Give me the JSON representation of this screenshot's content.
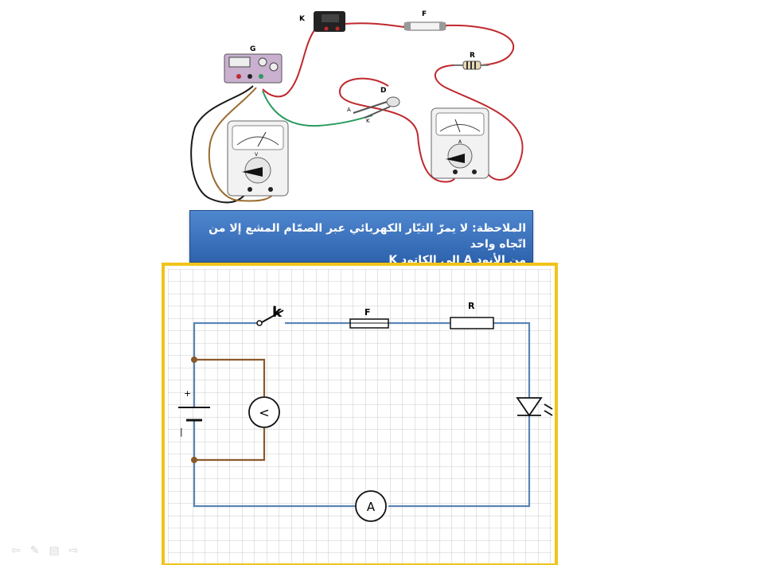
{
  "photo": {
    "labels": {
      "switch": "K",
      "fuse": "F",
      "resistor": "R",
      "generator": "G",
      "diode": "D",
      "anode": "A",
      "cathode": "K",
      "voltmeter_symbol": "V",
      "ammeter_symbol": "A"
    }
  },
  "note": {
    "line1": "الملاحظة: لا يمرّ التيّار الكهربائي عبر الصمّام المشع إلا من اتّجاه واحد",
    "line2": "من الأنود A إلى الكاتود K"
  },
  "schematic": {
    "labels": {
      "switch": "k",
      "fuse": "F",
      "resistor": "R",
      "voltmeter": "<",
      "ammeter": "A",
      "battery_plus": "+",
      "battery_minus": "|"
    },
    "colors": {
      "main_wire": "#5b84b6",
      "voltmeter_wire": "#8a5a2b",
      "frame": "#f0c419",
      "grid": "#bdbdbd"
    }
  },
  "slide_nav": [
    "⇦",
    "✎",
    "▤",
    "⇨"
  ]
}
